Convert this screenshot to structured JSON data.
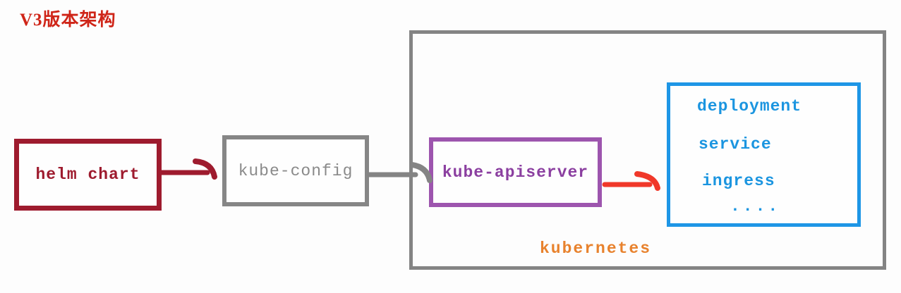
{
  "title": "V3版本架构",
  "nodes": {
    "helm_chart": {
      "label": "helm chart"
    },
    "kube_config": {
      "label": "kube-config"
    },
    "kube_apiserver": {
      "label": "kube-apiserver"
    },
    "kubernetes_cluster": {
      "label": "kubernetes"
    },
    "resources": {
      "items": [
        "deployment",
        "service",
        "ingress",
        "...."
      ]
    }
  },
  "arrows": [
    {
      "name": "helm-chart-to-kube-config",
      "color": "#9e1b2e"
    },
    {
      "name": "kube-config-to-kube-apiserver",
      "color": "#848484"
    },
    {
      "name": "kube-apiserver-to-resources",
      "color": "#f0382a"
    }
  ],
  "colors": {
    "title": "#cf2518",
    "helm_chart": "#9e1b2e",
    "kube_config": "#868686",
    "kubernetes_box_border": "#848484",
    "kube_apiserver": "#9d55ae",
    "resources_blue": "#1b95e0",
    "kubernetes_label": "#e8822d"
  }
}
